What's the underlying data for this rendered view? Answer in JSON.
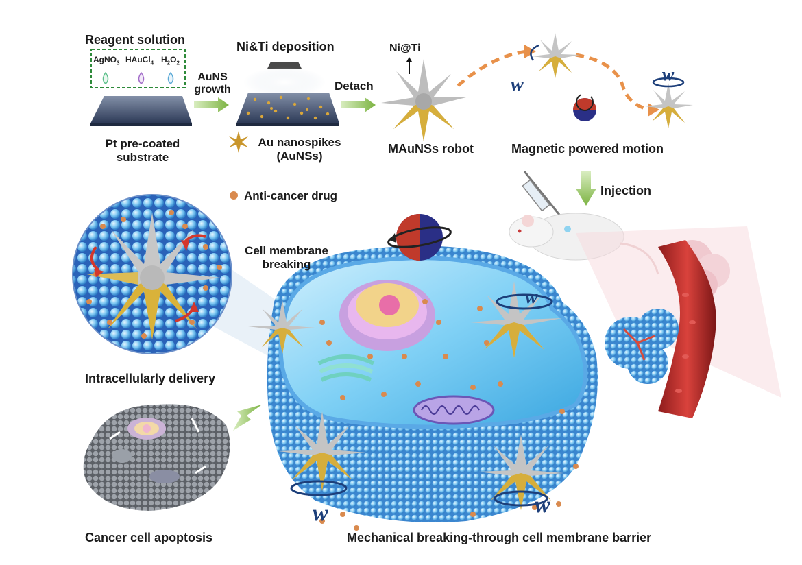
{
  "top": {
    "reagent_title": "Reagent solution",
    "reagents": [
      {
        "name": "AgNO",
        "sub": "3"
      },
      {
        "name": "HAuCl",
        "sub": "4"
      },
      {
        "name": "H",
        "sub": "2",
        "name2": "O",
        "sub2": "2"
      }
    ],
    "substrate_label_1": "Pt pre-coated",
    "substrate_label_2": "substrate",
    "aunS_growth_1": "AuNS",
    "aunS_growth_2": "growth",
    "deposition": "Ni&Ti deposition",
    "nanospikes_1": "Au nanospikes",
    "nanospikes_2": "(AuNSs)",
    "detach": "Detach",
    "niti": "Ni@Ti",
    "robot": "MAuNSs robot",
    "motion": "Magnetic powered motion",
    "omega": "w"
  },
  "middle": {
    "injection": "Injection",
    "drug": "Anti-cancer drug",
    "membrane_1": "Cell membrane",
    "membrane_2": "breaking",
    "delivery": "Intracellularly delivery"
  },
  "bottom": {
    "apoptosis": "Cancer cell apoptosis",
    "mechanical": "Mechanical breaking-through cell membrane barrier"
  },
  "colors": {
    "gold": "#d9b23a",
    "silver": "#b9b9b9",
    "membrane_blue": "#5aa9e6",
    "arrow_green": "#8bc34a",
    "arrow_orange": "#e8914a",
    "drug_orange": "#d98a4e",
    "vessel_red": "#c2302f",
    "omega_blue": "#1d3f7a"
  }
}
